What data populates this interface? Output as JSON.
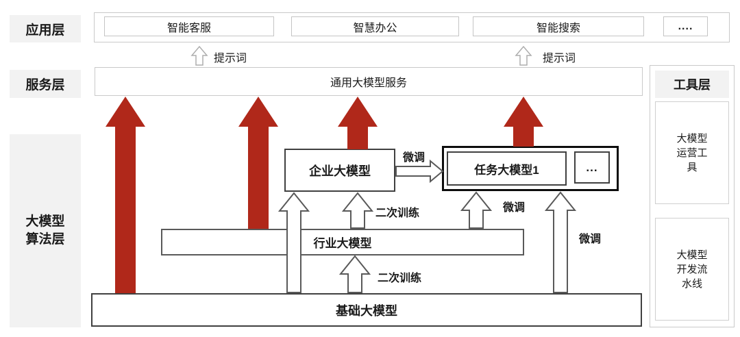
{
  "layers": {
    "app": {
      "label": "应用层"
    },
    "service": {
      "label": "服务层"
    },
    "algo": {
      "label": "大模型\n算法层"
    },
    "tools": {
      "label": "工具层"
    }
  },
  "app_layer": {
    "items": [
      {
        "label": "智能客服"
      },
      {
        "label": "智慧办公"
      },
      {
        "label": "智能搜索"
      },
      {
        "label": "...."
      }
    ]
  },
  "service_layer": {
    "box_label": "通用大模型服务"
  },
  "tools_layer": {
    "items": [
      {
        "label": "大模型\n运营工\n具"
      },
      {
        "label": "大模型\n开发流\n水线"
      }
    ]
  },
  "models": {
    "base": "基础大模型",
    "industry": "行业大模型",
    "enterprise": "企业大模型",
    "task1": "任务大模型1",
    "task_more": "..."
  },
  "arrow_labels": {
    "prompt_left": "提示词",
    "prompt_right": "提示词",
    "finetune_h": "微调",
    "retrain_mid": "二次训练",
    "retrain_bottom": "二次训练",
    "finetune_task": "微调",
    "finetune_right": "微调"
  },
  "colors": {
    "red_arrow": "#B0281A",
    "label_bg": "#F2F2F2"
  }
}
